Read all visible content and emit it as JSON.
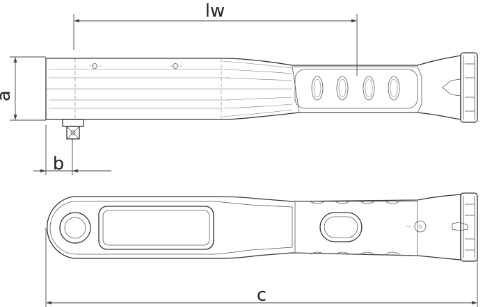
{
  "dimensions": {
    "lw": "lw",
    "a": "a",
    "b": "b",
    "c": "c"
  },
  "colors": {
    "line": "#333333",
    "background": "#ffffff"
  }
}
